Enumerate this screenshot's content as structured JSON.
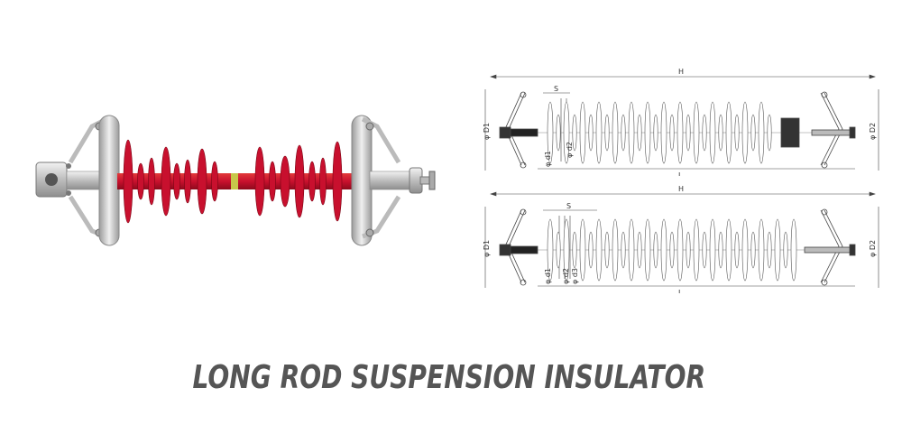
{
  "caption": "LONG ROD SUSPENSION INSULATOR",
  "drawings": {
    "top": {
      "H": "H",
      "L": "L",
      "D1": "φ D1",
      "D2": "φ D2",
      "d1": "φ d1",
      "d2": "φ d2",
      "S": "S"
    },
    "bottom": {
      "H": "H",
      "L": "L",
      "D1": "φ D1",
      "D2": "φ D2",
      "d1": "φ d1",
      "d2": "φ d2",
      "d3": "φ d3",
      "S": "S"
    }
  },
  "colors": {
    "sheds": "#c8102e",
    "metal": "#c9c9c9",
    "caption": "#555555"
  }
}
